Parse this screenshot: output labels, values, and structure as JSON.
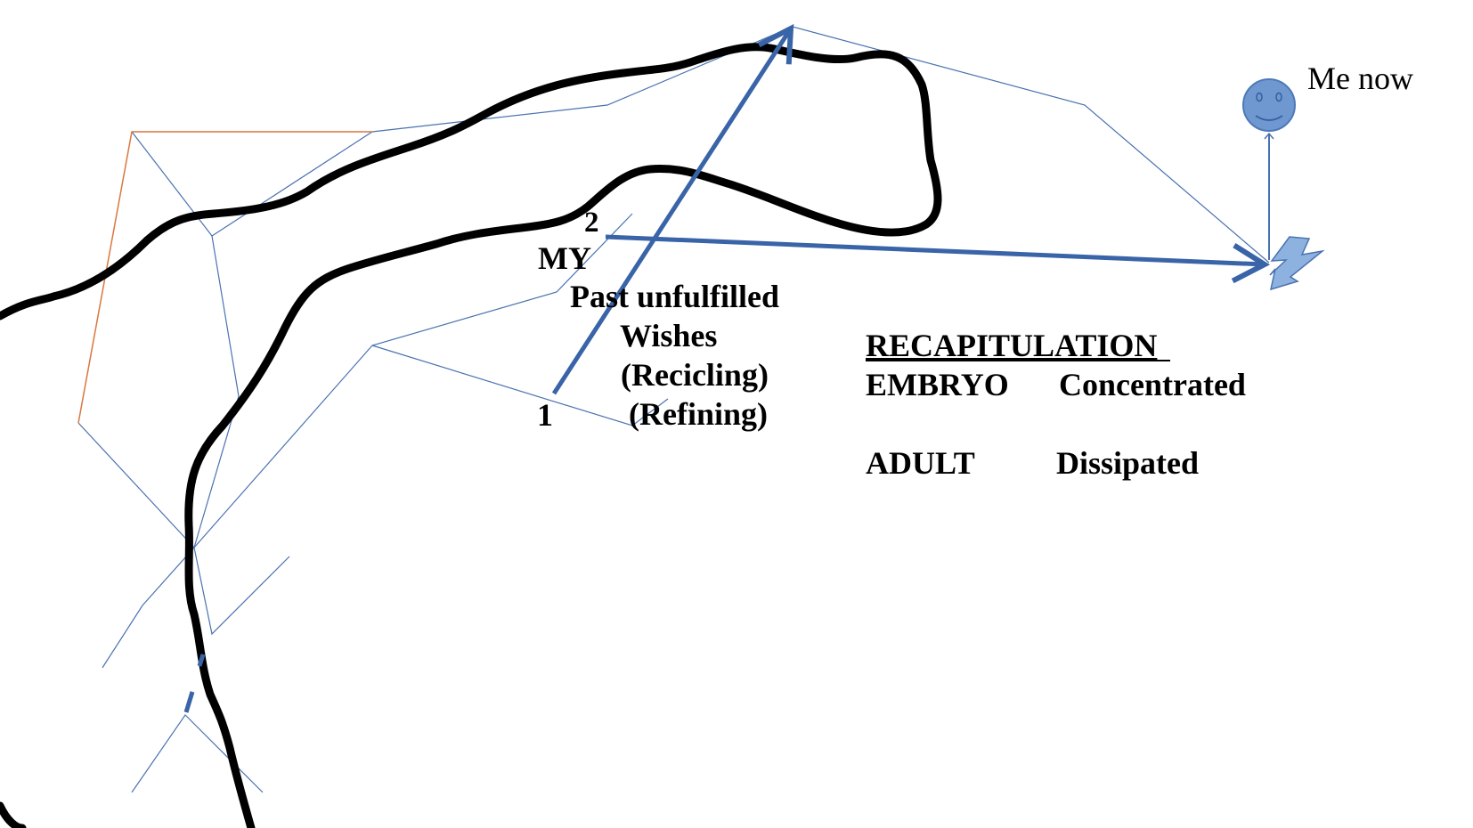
{
  "labels": {
    "me_now": "Me now",
    "marker_2": "2",
    "my": "MY",
    "past_unfulfilled": "Past unfulfilled",
    "wishes": "Wishes",
    "recicling": "(Recicling)",
    "refining": "(Refining)",
    "marker_1": "1"
  },
  "recapitulation": {
    "heading": "RECAPITULATION",
    "rows": [
      {
        "stage": "EMBRYO",
        "state": "Concentrated"
      },
      {
        "stage": "ADULT",
        "state": "Dissipated"
      }
    ]
  },
  "colors": {
    "thin_lines": "#4a72b0",
    "orange_line": "#d9773f",
    "arrow_blue": "#3a64a8",
    "smiley_fill": "#6f98d0",
    "smiley_stroke": "#4d79b8",
    "lightning_fill": "#8db2e0",
    "thick_curve": "#000000"
  },
  "icons": [
    "smiley-face-icon",
    "lightning-bolt-icon"
  ]
}
